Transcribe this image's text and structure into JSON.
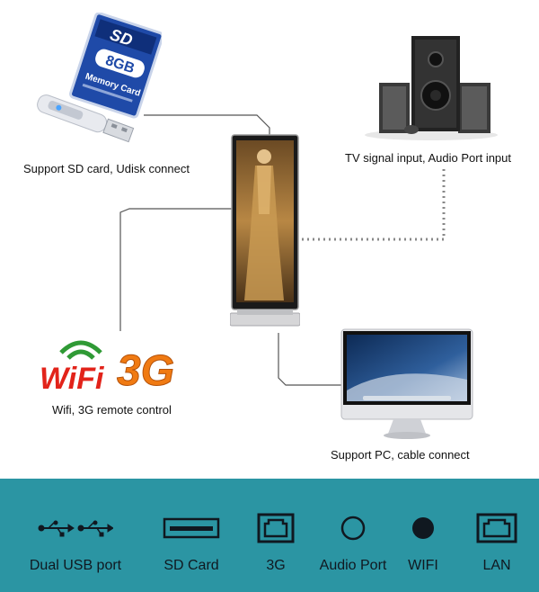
{
  "captions": {
    "sd_udisk": "Support SD card, Udisk connect",
    "tv_audio": "TV signal input, Audio Port input",
    "wifi_3g": "Wifi, 3G remote control",
    "pc": "Support PC, cable connect"
  },
  "sd_card": {
    "brand": "SD",
    "capacity": "8GB",
    "text": "Memory Card"
  },
  "logos": {
    "wifi": "WiFi",
    "g3": "3G"
  },
  "ports": [
    {
      "label": "Dual USB port",
      "icon": "usb-icon"
    },
    {
      "label": "SD Card",
      "icon": "sd-slot-icon"
    },
    {
      "label": "3G",
      "icon": "ethernet-port-icon"
    },
    {
      "label": "Audio Port",
      "icon": "audio-port-icon"
    },
    {
      "label": "WIFI",
      "icon": "wifi-dot-icon"
    },
    {
      "label": "LAN",
      "icon": "lan-port-icon"
    }
  ],
  "colors": {
    "bar": "#2b95a3",
    "wifi_red": "#e2231a",
    "wifi_green": "#2f9a35",
    "g3_orange": "#f07a12",
    "sd_blue": "#1f4aa8"
  }
}
